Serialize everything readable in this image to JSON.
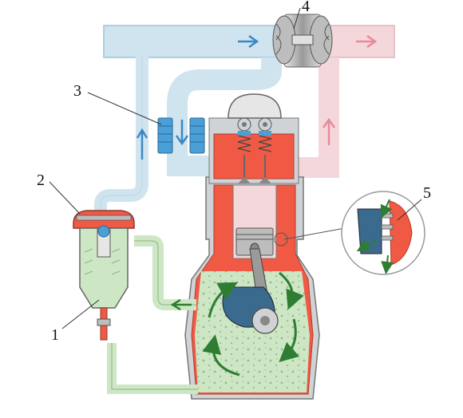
{
  "labels": {
    "one": "1",
    "two": "2",
    "three": "3",
    "four": "4",
    "five": "5"
  },
  "colors": {
    "fresh_air_pipe": "#cfe4ef",
    "exhaust_pipe": "#f4d7da",
    "crankcase_green": "#cde7c5",
    "engine_block": "#cfd3d6",
    "hot_section": "#f05a45",
    "arrow_blue": "#3b87c7",
    "arrow_pink": "#e88a9a",
    "arrow_green": "#2e7d32",
    "cooler_blue": "#4a9fd6"
  }
}
